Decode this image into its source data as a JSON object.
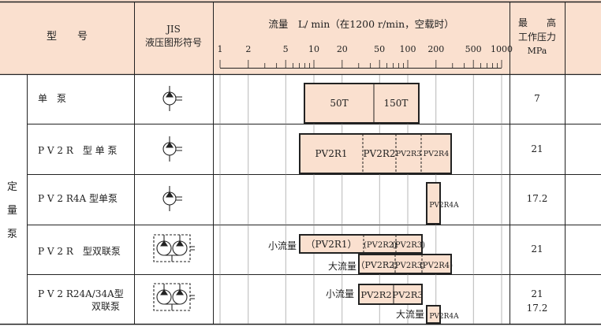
{
  "header": {
    "model": "型　　号",
    "jis_line1": "JIS",
    "jis_line2": "液压图形符号",
    "flow_title": "流量　L/ min（在1200 r/min，空载时）",
    "max_line1": "最　　高",
    "max_line2": "工作压力",
    "max_line3": "MPa",
    "ticks": [
      "1",
      "2",
      "5",
      "10",
      "20",
      "50",
      "100",
      "200",
      "500",
      "1000"
    ]
  },
  "group_label": [
    "定",
    "量",
    "泵"
  ],
  "rows": [
    {
      "name": "单　泵",
      "pressure": [
        "7"
      ]
    },
    {
      "name": "P V 2 R　型 单 泵",
      "pressure": [
        "21"
      ]
    },
    {
      "name": "P V 2 R4A 型单泵",
      "pressure": [
        "17.2"
      ]
    },
    {
      "name": "P V 2 R　型双联泵",
      "pressure": [
        "21"
      ]
    },
    {
      "name": "P V 2 R24A/34A型",
      "name2": "双联泵",
      "pressure": [
        "21",
        "17.2"
      ]
    }
  ],
  "bars": {
    "r1": [
      "50T",
      "150T"
    ],
    "r2": [
      "PV2R1",
      "PV2R2",
      "PV2R3",
      "PV2R4"
    ],
    "r3": [
      "PV2R4A"
    ],
    "r4a_label": "小流量",
    "r4a": [
      "（PV2R1）",
      "(PV2R2)",
      "(PV2R3)"
    ],
    "r4b_label": "大流量",
    "r4b": [
      "（PV2R2)",
      "(PV2R3)",
      "(PV2R4)"
    ],
    "r5a_label": "小流量",
    "r5a": [
      "PV2R2",
      "PV2R3"
    ],
    "r5b_label": "大流量",
    "r5b": [
      "PV2R4A"
    ]
  },
  "colors": {
    "header_bg": "#fae0cf",
    "bar_fill": "#fae0cf",
    "line": "#222222"
  }
}
